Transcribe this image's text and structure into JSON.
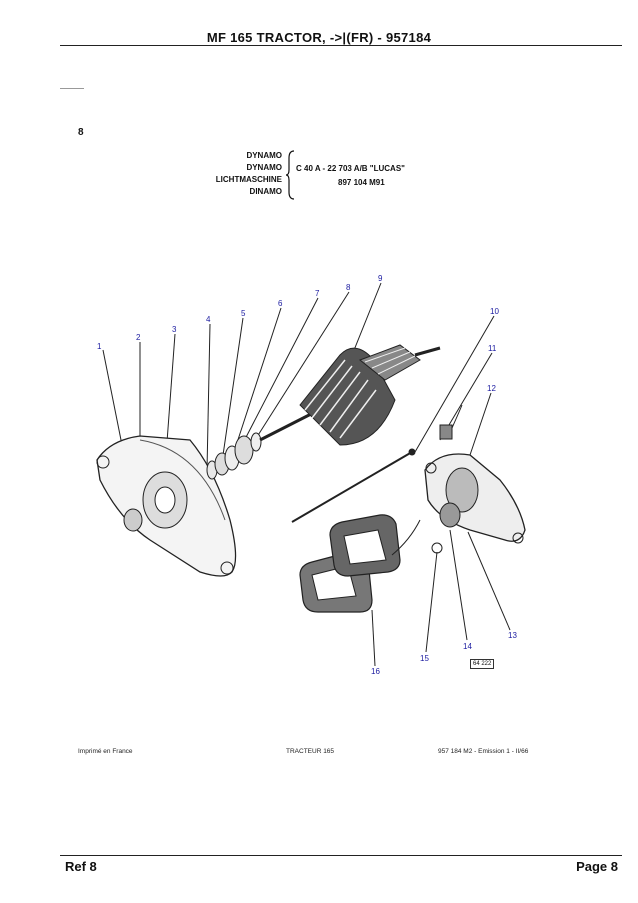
{
  "header": {
    "title": "MF 165 TRACTOR, ->|(FR) - 957184"
  },
  "page_marker": "8",
  "parts_title": {
    "names": [
      "DYNAMO",
      "DYNAMO",
      "LICHTMASCHINE",
      "DINAMO"
    ],
    "reference": "C 40 A - 22 703 A/B \"LUCAS\"",
    "code": "897 104 M91"
  },
  "callouts": [
    "1",
    "2",
    "3",
    "4",
    "5",
    "6",
    "7",
    "8",
    "9",
    "10",
    "11",
    "12",
    "13",
    "14",
    "15",
    "16"
  ],
  "drawing_stamp": "64 222",
  "print_footer": {
    "left": "Imprimé en France",
    "center": "TRACTEUR 165",
    "right": "957 184 M2 - Emission 1 - II/66"
  },
  "footer": {
    "ref": "Ref  8",
    "page": "Page  8"
  }
}
